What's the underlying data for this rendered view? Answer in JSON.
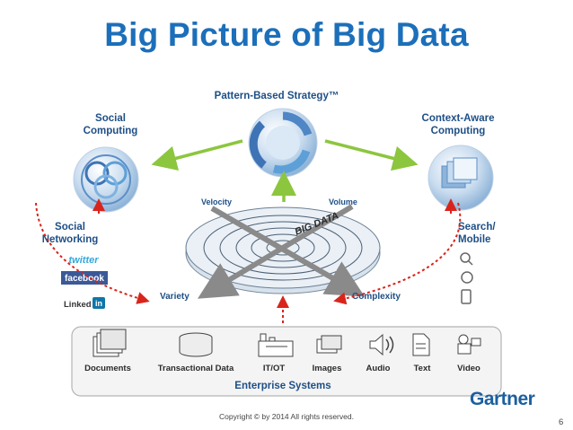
{
  "title": "Big Picture of Big Data",
  "top_node": {
    "label": "Pattern-Based Strategy™"
  },
  "left_node": {
    "line1": "Social",
    "line2": "Computing"
  },
  "right_node": {
    "line1": "Context-Aware",
    "line2": "Computing"
  },
  "social_networking": {
    "line1": "Social",
    "line2": "Networking",
    "logos": [
      "twitter",
      "facebook",
      "Linked",
      "in"
    ]
  },
  "search_mobile": {
    "line1": "Search/",
    "line2": "Mobile"
  },
  "big_data_hub": {
    "label": "BIG DATA",
    "dimensions": [
      "Velocity",
      "Volume",
      "Variety",
      "Complexity"
    ]
  },
  "enterprise": {
    "title": "Enterprise Systems",
    "items": [
      "Documents",
      "Transactional Data",
      "IT/OT",
      "Images",
      "Audio",
      "Text",
      "Video"
    ]
  },
  "brand": "Gartner",
  "footer": "Copyright © by 2014 All rights reserved.",
  "page_number": "6",
  "colors": {
    "title": "#1c6fba",
    "label": "#1e4f86",
    "green_arrow": "#8cc63f",
    "red_dots": "#d9241c"
  }
}
